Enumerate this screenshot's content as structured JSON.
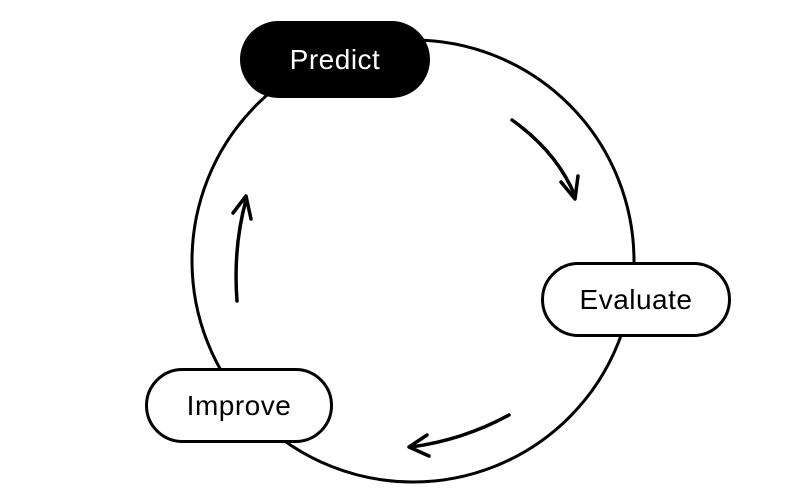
{
  "diagram": {
    "nodes": [
      {
        "label": "Predict",
        "state": "active"
      },
      {
        "label": "Evaluate",
        "state": "inactive"
      },
      {
        "label": "Improve",
        "state": "inactive"
      }
    ]
  },
  "colors": {
    "foreground": "#000000",
    "background": "#ffffff"
  }
}
